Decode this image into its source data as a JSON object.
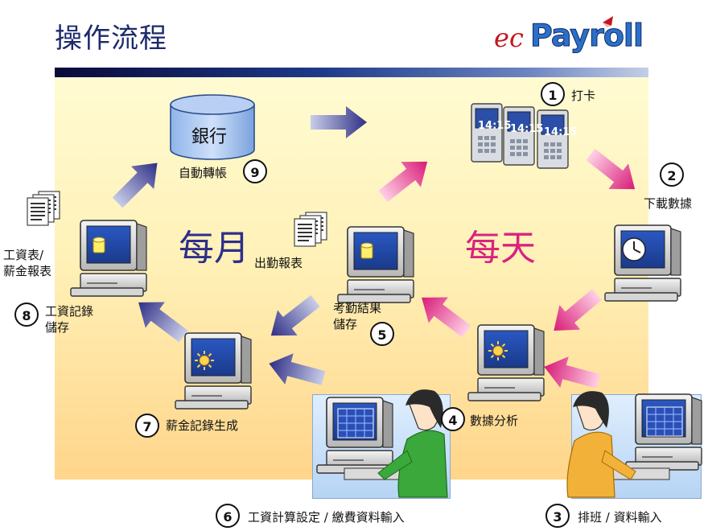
{
  "title": "操作流程",
  "logo": {
    "prefix": "ec",
    "name": "Payroll",
    "brand_color": "#2c6fc7",
    "accent_color": "#c4161c"
  },
  "cycles": {
    "monthly": "每月",
    "daily": "每天",
    "monthly_color": "#2e2e8c",
    "daily_color": "#d9237f"
  },
  "bank": {
    "label": "銀行"
  },
  "clock_display": "14:15",
  "steps": [
    {
      "num": "1",
      "label": "打卡"
    },
    {
      "num": "2",
      "label": "下載數據"
    },
    {
      "num": "3",
      "label": "排班 / 資料輸入"
    },
    {
      "num": "4",
      "label": "數據分析"
    },
    {
      "num": "5",
      "label_line1": "考勤結果",
      "label_line2": "儲存"
    },
    {
      "num": "6",
      "label": "工資計算設定 / 繳費資料輸入"
    },
    {
      "num": "7",
      "label": "薪金記錄生成"
    },
    {
      "num": "8",
      "label_line1": "工資記錄",
      "label_line2": "儲存"
    },
    {
      "num": "9",
      "label": "自動轉帳"
    }
  ],
  "reports": {
    "attendance": "出勤報表",
    "payroll_line1": "工資表/",
    "payroll_line2": "薪金報表"
  }
}
